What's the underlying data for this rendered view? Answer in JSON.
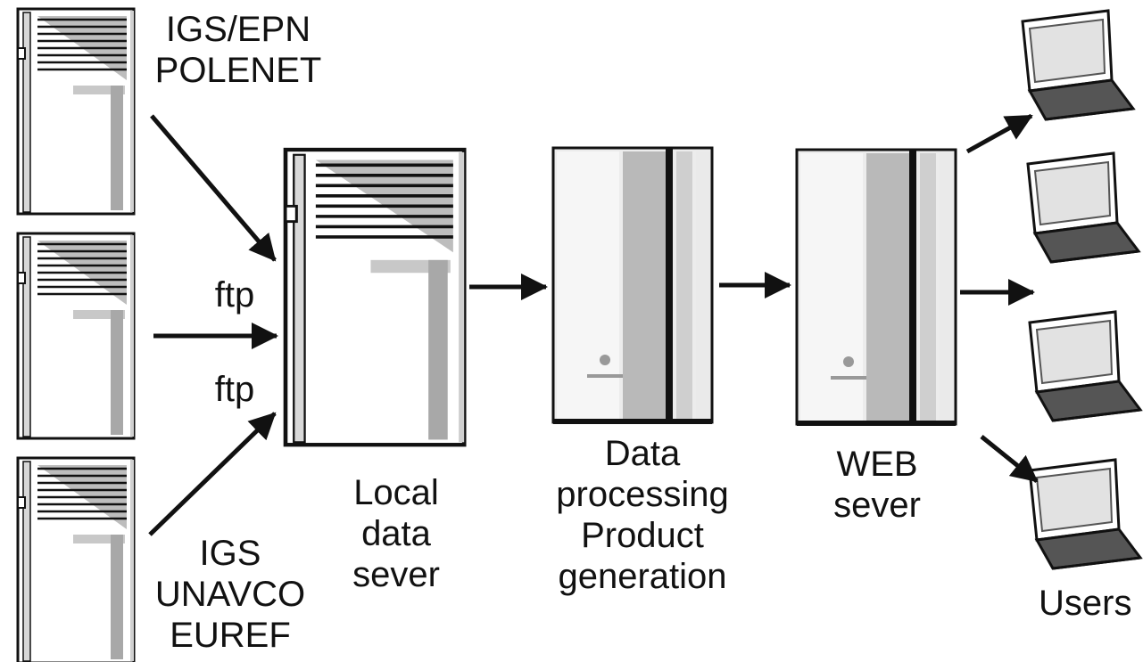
{
  "sources": [
    {
      "id": "source-server-top",
      "label_lines": [
        "IGS/EPN",
        "POLENET"
      ]
    },
    {
      "id": "source-server-middle",
      "label_lines": []
    },
    {
      "id": "source-server-bottom",
      "label_lines": [
        "IGS",
        "UNAVCO",
        "EUREF"
      ]
    }
  ],
  "transfer_labels": [
    "ftp",
    "ftp"
  ],
  "local_server": {
    "label_lines": [
      "Local",
      "data",
      "sever"
    ]
  },
  "processing_server": {
    "label_lines": [
      "Data",
      "processing",
      "Product",
      "generation"
    ]
  },
  "web_server": {
    "label_lines": [
      "WEB",
      "sever"
    ]
  },
  "users": {
    "label": "Users",
    "count": 4
  }
}
